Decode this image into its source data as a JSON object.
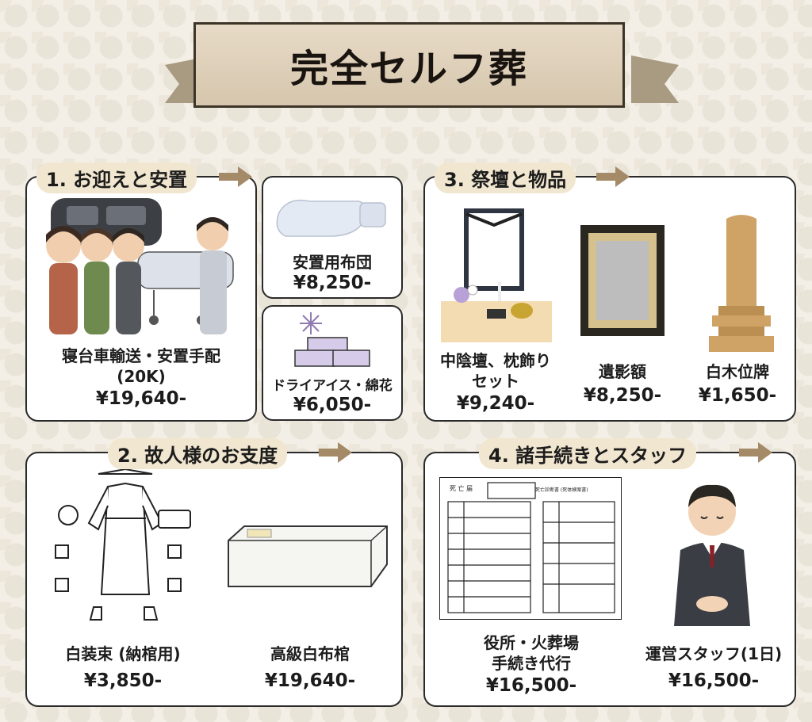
{
  "title": "完全セルフ葬",
  "sections": {
    "s1": {
      "label": "1. お迎えと安置",
      "main": {
        "name_line1": "寝台車輸送・安置手配",
        "name_line2": "(20K)",
        "price": "¥19,640-"
      },
      "futon": {
        "name": "安置用布団",
        "price": "¥8,250-"
      },
      "ice": {
        "name": "ドライアイス・綿花",
        "price": "¥6,050-"
      }
    },
    "s2": {
      "label": "2. 故人様のお支度",
      "robe": {
        "name": "白装束 (納棺用)",
        "price": "¥3,850-"
      },
      "coffin": {
        "name": "高級白布棺",
        "price": "¥19,640-"
      }
    },
    "s3": {
      "label": "3. 祭壇と物品",
      "altar": {
        "name_line1": "中陰壇、枕飾り",
        "name_line2": "セット",
        "price": "¥9,240-"
      },
      "frame": {
        "name": "遺影額",
        "price": "¥8,250-"
      },
      "tablet": {
        "name": "白木位牌",
        "price": "¥1,650-"
      }
    },
    "s4": {
      "label": "4. 諸手続きとスタッフ",
      "docs": {
        "name_line1": "役所・火葬場",
        "name_line2": "手続き代行",
        "price": "¥16,500-"
      },
      "staff": {
        "name": "運営スタッフ(1日)",
        "price": "¥16,500-"
      },
      "form_title_left": "死 亡 届",
      "form_title_right": "死亡診断書 (死体検案書)"
    }
  },
  "colors": {
    "background": "#f3efe6",
    "banner": "#dccdb5",
    "label_bg": "#f1e6cf",
    "arrow": "#a58a68"
  }
}
